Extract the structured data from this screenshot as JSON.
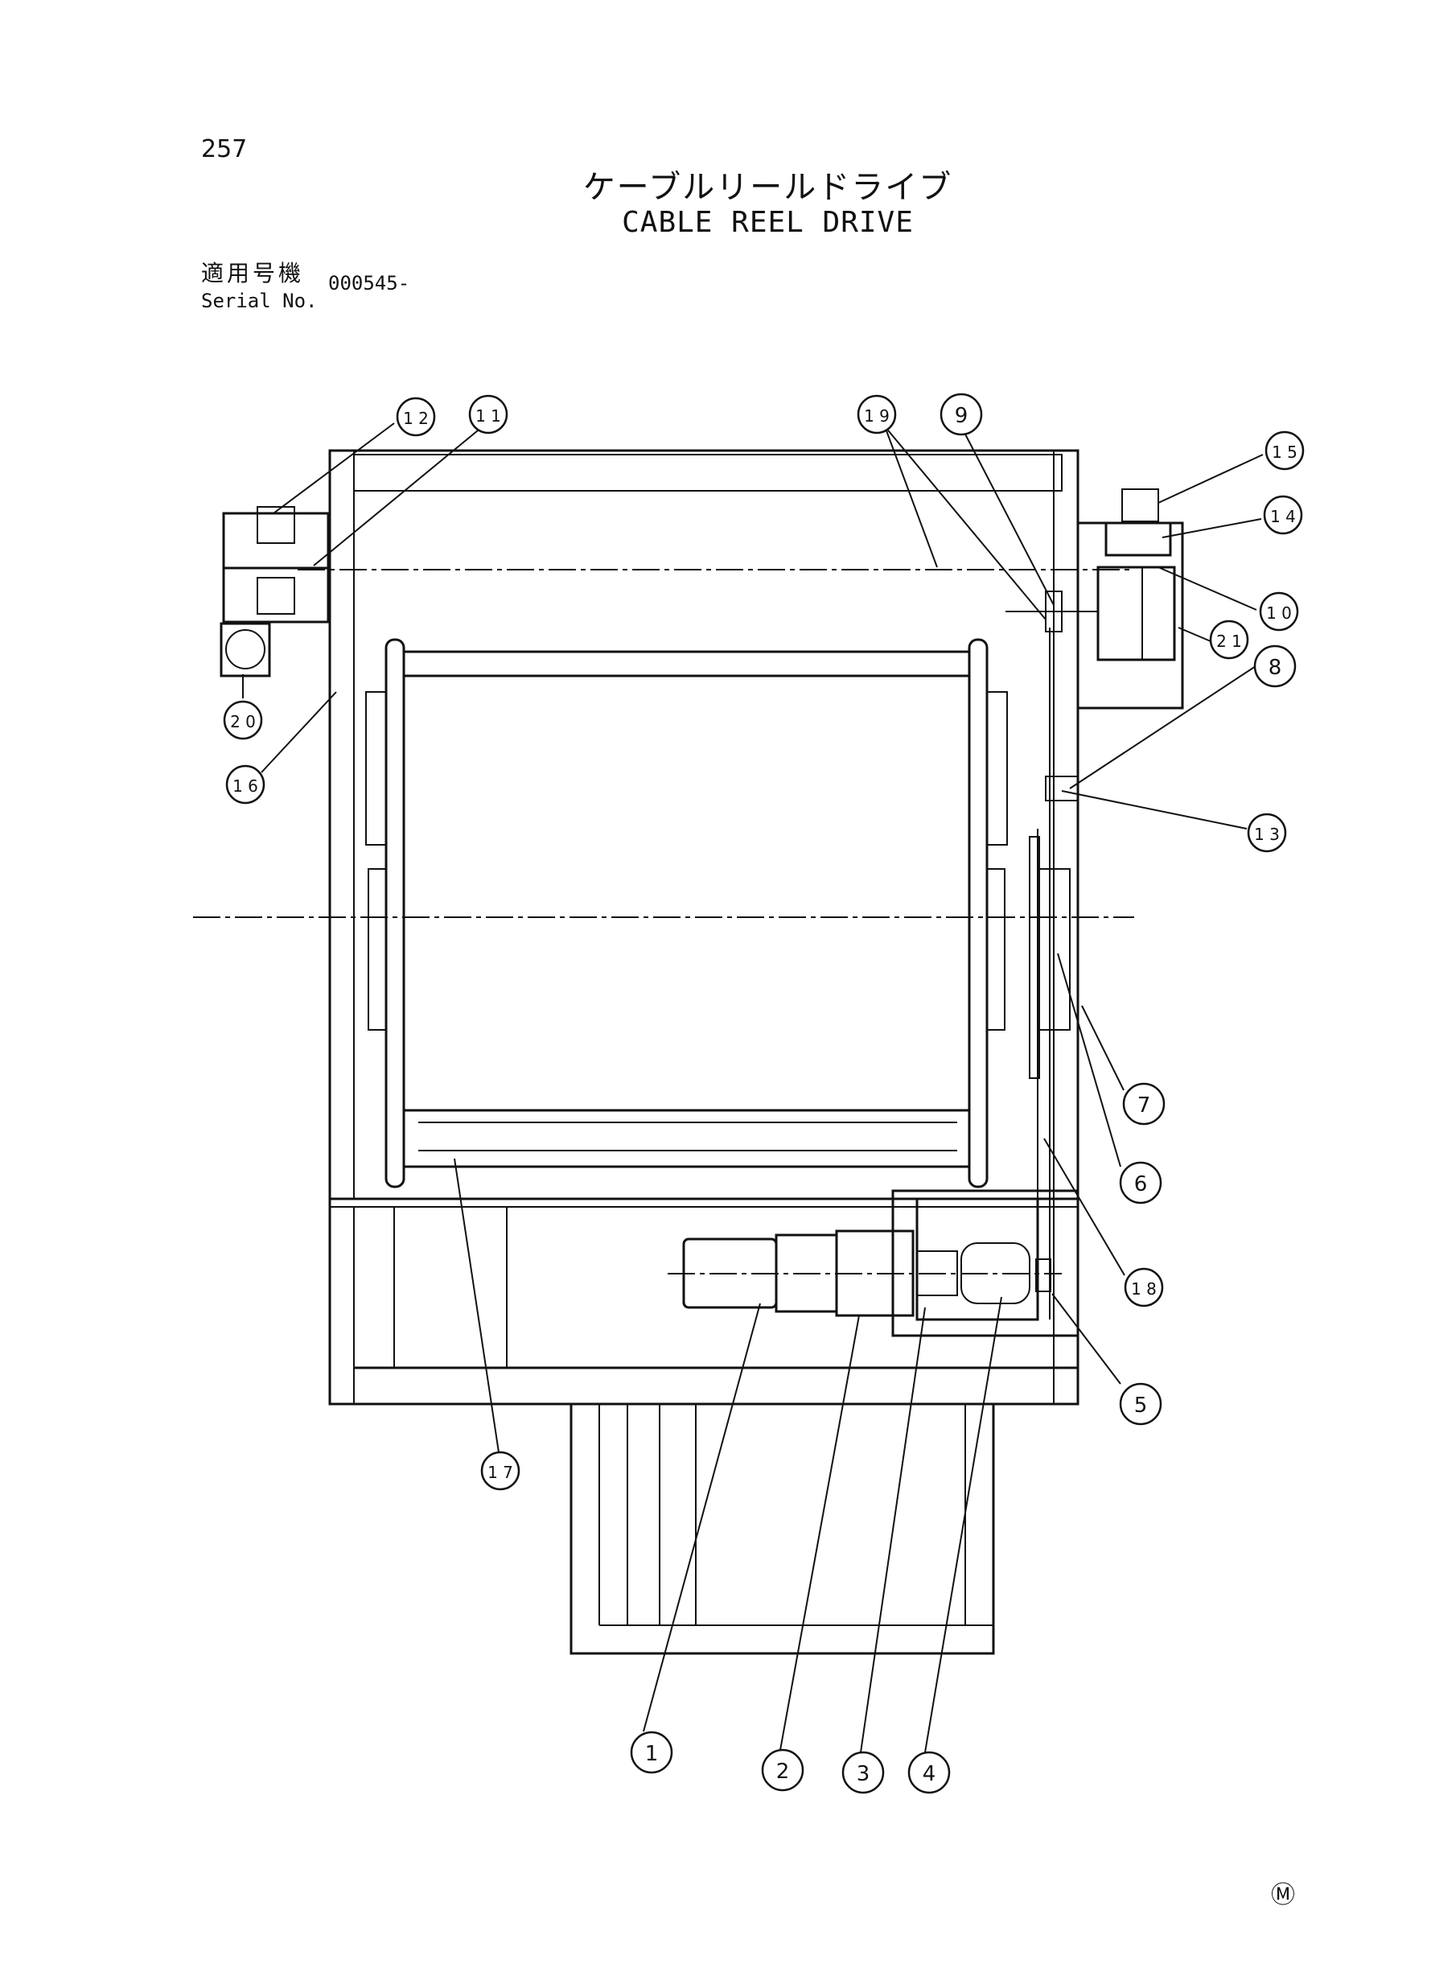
{
  "header": {
    "page_number": "257",
    "title_jp": "ケーブルリールドライブ",
    "title_en": "CABLE REEL DRIVE",
    "serial_label_jp": "適用号機",
    "serial_label_en": "Serial No.",
    "serial_value": "000545-"
  },
  "callouts": [
    {
      "id": "1",
      "label": "1"
    },
    {
      "id": "2",
      "label": "2"
    },
    {
      "id": "3",
      "label": "3"
    },
    {
      "id": "4",
      "label": "4"
    },
    {
      "id": "5",
      "label": "5"
    },
    {
      "id": "6",
      "label": "6"
    },
    {
      "id": "7",
      "label": "7"
    },
    {
      "id": "8",
      "label": "8"
    },
    {
      "id": "9",
      "label": "9"
    },
    {
      "id": "10",
      "label": "1 0"
    },
    {
      "id": "11",
      "label": "1 1"
    },
    {
      "id": "12",
      "label": "1 2"
    },
    {
      "id": "13",
      "label": "1 3"
    },
    {
      "id": "14",
      "label": "1 4"
    },
    {
      "id": "15",
      "label": "1 5"
    },
    {
      "id": "16",
      "label": "1 6"
    },
    {
      "id": "17",
      "label": "1 7"
    },
    {
      "id": "18",
      "label": "1 8"
    },
    {
      "id": "19",
      "label": "1 9"
    },
    {
      "id": "20",
      "label": "2 0"
    },
    {
      "id": "21",
      "label": "2 1"
    }
  ],
  "footer_mark": "Ⓜ"
}
